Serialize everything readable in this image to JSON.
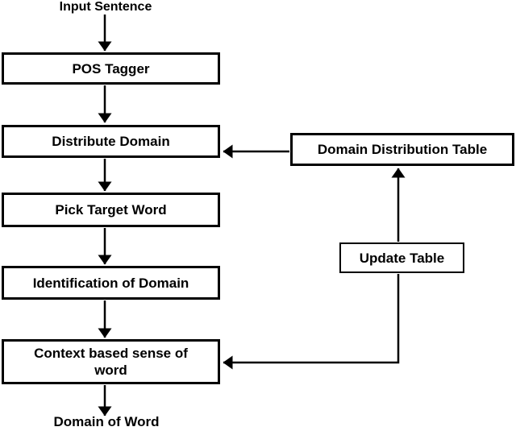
{
  "diagram": {
    "nodes": {
      "input_sentence": {
        "label": "Input Sentence",
        "shape": "text"
      },
      "pos_tagger": {
        "label": "POS Tagger",
        "shape": "rect"
      },
      "distribute_domain": {
        "label": "Distribute Domain",
        "shape": "rect"
      },
      "pick_target_word": {
        "label": "Pick Target Word",
        "shape": "rect"
      },
      "identification_of_domain": {
        "label": "Identification of Domain",
        "shape": "rect"
      },
      "context_based_sense": {
        "label": "Context based sense of word",
        "shape": "rect"
      },
      "domain_of_word": {
        "label": "Domain of Word",
        "shape": "text"
      },
      "domain_distribution_table": {
        "label": "Domain Distribution Table",
        "shape": "rect"
      },
      "update_table": {
        "label": "Update Table",
        "shape": "rect"
      }
    },
    "edges": [
      {
        "from": "input_sentence",
        "to": "pos_tagger"
      },
      {
        "from": "pos_tagger",
        "to": "distribute_domain"
      },
      {
        "from": "distribute_domain",
        "to": "pick_target_word"
      },
      {
        "from": "pick_target_word",
        "to": "identification_of_domain"
      },
      {
        "from": "identification_of_domain",
        "to": "context_based_sense"
      },
      {
        "from": "context_based_sense",
        "to": "domain_of_word"
      },
      {
        "from": "domain_distribution_table",
        "to": "distribute_domain"
      },
      {
        "from": "update_table",
        "to": "domain_distribution_table"
      },
      {
        "from": "update_table",
        "to": "context_based_sense"
      }
    ],
    "colors": {
      "background": "#ffffff",
      "box_fill": "#ffffff",
      "line": "#000000",
      "text": "#000000"
    }
  }
}
